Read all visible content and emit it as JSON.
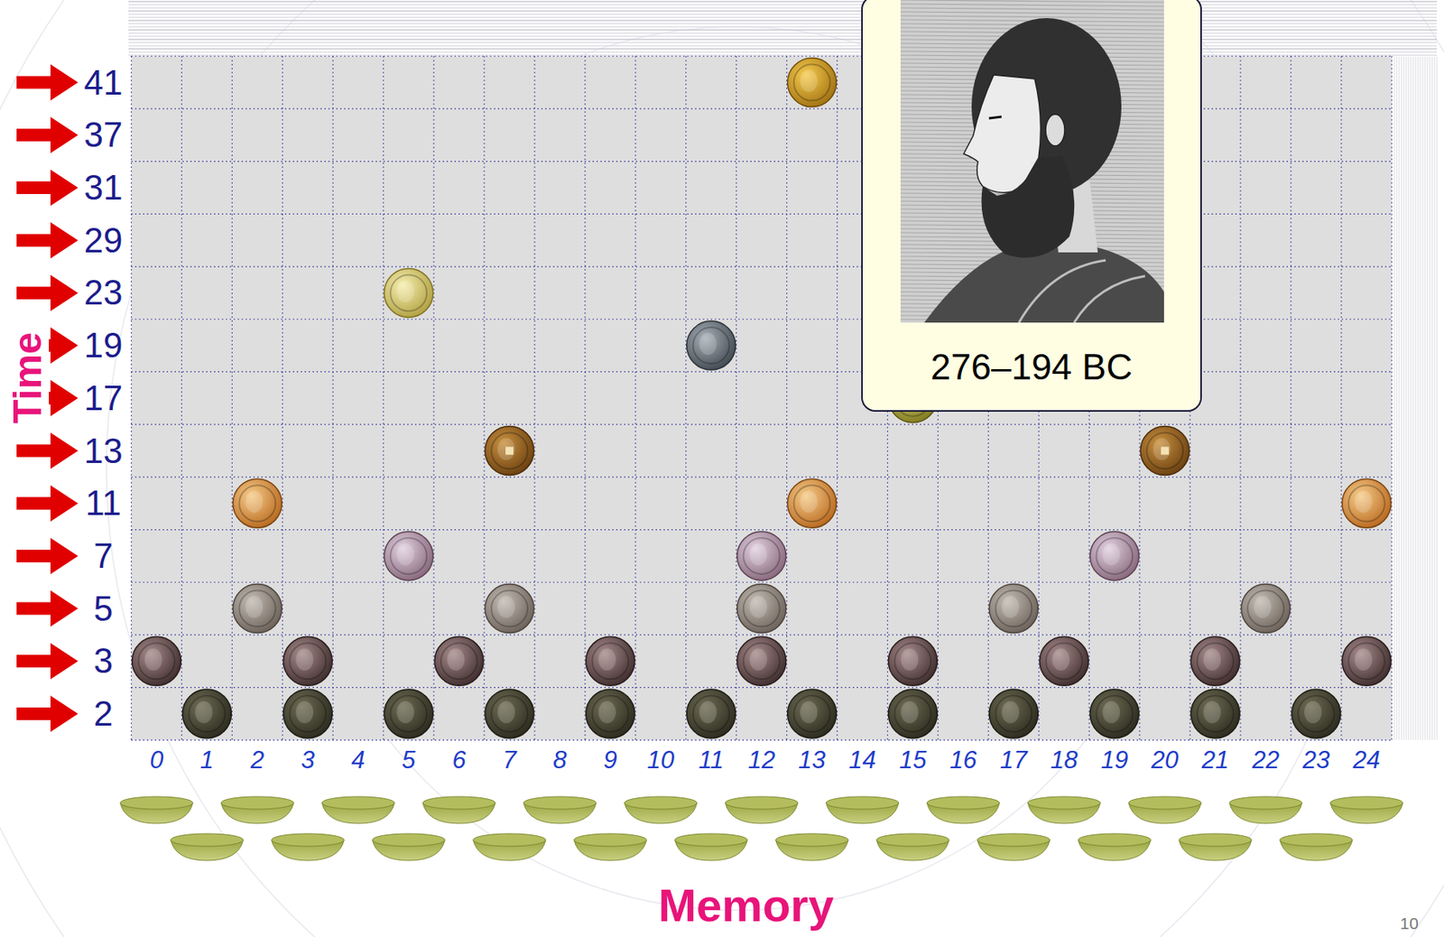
{
  "diagram": {
    "nodes": [
      {
        "text": [
          "276–194 BC"
        ]
      }
    ],
    "labels": [
      "41",
      "37",
      "31",
      "29",
      "23",
      "19",
      "17",
      "13",
      "11",
      "7",
      "5",
      "3",
      "2",
      "Time",
      "0",
      "1",
      "2",
      "3",
      "4",
      "5",
      "6",
      "7",
      "8",
      "9",
      "10",
      "11",
      "12",
      "13",
      "14",
      "15",
      "16",
      "17",
      "18",
      "19",
      "20",
      "21",
      "22",
      "23",
      "24",
      "Memory",
      "10"
    ]
  }
}
